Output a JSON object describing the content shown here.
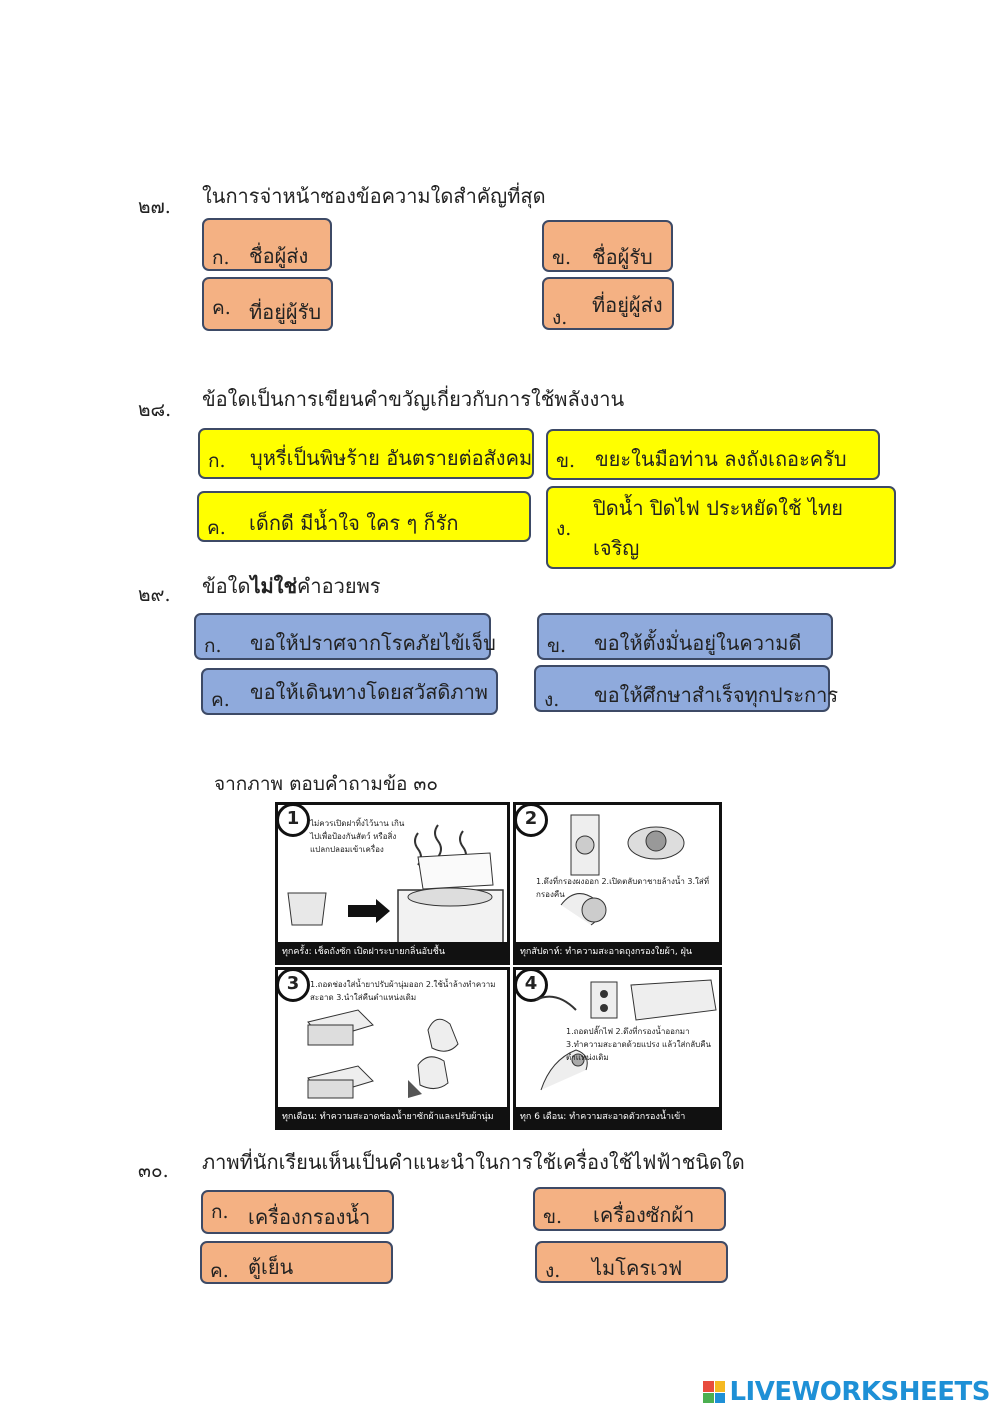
{
  "questions": [
    {
      "number": "๒๗.",
      "text": "ในการจ่าหน้าซองข้อความใดสำคัญที่สุด",
      "options": [
        {
          "label": "ก.",
          "text": "ชื่อผู้ส่ง"
        },
        {
          "label": "ข.",
          "text": "ชื่อผู้รับ"
        },
        {
          "label": "ค.",
          "text": "ที่อยู่ผู้รับ"
        },
        {
          "label": "ง.",
          "text": "ที่อยู่ผู้ส่ง"
        }
      ]
    },
    {
      "number": "๒๘.",
      "text": "ข้อใดเป็นการเขียนคำขวัญเกี่ยวกับการใช้พลังงาน",
      "options": [
        {
          "label": "ก.",
          "text": "บุหรี่เป็นพิษร้าย อันตรายต่อสังคม"
        },
        {
          "label": "ข.",
          "text": "ขยะในมือท่าน ลงถังเถอะครับ"
        },
        {
          "label": "ค.",
          "text": "เด็กดี มีน้ำใจ ใคร ๆ ก็รัก"
        },
        {
          "label": "ง.",
          "text_line1": "ปิดน้ำ ปิดไฟ ประหยัดใช้ ไทย",
          "text_line2": "เจริญ"
        }
      ]
    },
    {
      "number": "๒๙.",
      "text_before": "ข้อใด",
      "text_bold": "ไม่ใช่",
      "text_after": "คำอวยพร",
      "options": [
        {
          "label": "ก.",
          "text": "ขอให้ปราศจากโรคภัยไข้เจ็บ"
        },
        {
          "label": "ข.",
          "text": "ขอให้ตั้งมั่นอยู่ในความดี"
        },
        {
          "label": "ค.",
          "text": "ขอให้เดินทางโดยสวัสดิภาพ"
        },
        {
          "label": "ง.",
          "text": "ขอให้ศึกษาสำเร็จทุกประการ"
        }
      ]
    },
    {
      "number": "๓๐.",
      "intro": "จากภาพ ตอบคำถามข้อ ๓๐",
      "text": "ภาพที่นักเรียนเห็นเป็นคำแนะนำในการใช้เครื่องใช้ไฟฟ้าชนิดใด",
      "options": [
        {
          "label": "ก.",
          "text": "เครื่องกรองน้ำ"
        },
        {
          "label": "ข.",
          "text": "เครื่องซักผ้า"
        },
        {
          "label": "ค.",
          "text": "ตู้เย็น"
        },
        {
          "label": "ง.",
          "text": "ไมโครเวฟ"
        }
      ]
    }
  ],
  "figure": {
    "panels": [
      {
        "num": "1",
        "note": "ไม่ควรเปิดฝาทิ้งไว้นาน เกินไปเพื่อป้องกันสัตว์ หรือสิ่งแปลกปลอมเข้าเครื่อง",
        "footer": "ทุกครั้ง: เช็ดถังซัก เปิดฝาระบายกลิ่นอับชื้น"
      },
      {
        "num": "2",
        "note": "1.ดึงที่กรองผงออก  2.เปิดตลับดาชายล้างน้ำ  3.ใส่ที่กรองคืน",
        "footer": "ทุกสัปดาห์: ทำความสะอาดถุงกรองใยผ้า, ฝุ่น"
      },
      {
        "num": "3",
        "note": "1.ถอดช่องใส่น้ำยาปรับผ้านุ่มออก  2.ใช้น้ำล้างทำความสะอาด  3.นำใส่คืนตำแหน่งเดิม",
        "footer": "ทุกเดือน: ทำความสะอาดช่องน้ำยาซักผ้าและปรับผ้านุ่ม"
      },
      {
        "num": "4",
        "note": "1.ถอดปลั๊กไฟ  2.ดึงที่กรองน้ำออกมา  3.ทำความสะอาดด้วยแปรง แล้วใส่กลับคืนตำแหน่งเดิม",
        "footer": "ทุก 6 เดือน: ทำความสะอาดตัวกรองน้ำเข้า"
      }
    ]
  },
  "brand": {
    "name": "LIVEWORKSHEETS",
    "colors": [
      "#e84c3d",
      "#f5b921",
      "#4caf50",
      "#1e90d6"
    ]
  }
}
